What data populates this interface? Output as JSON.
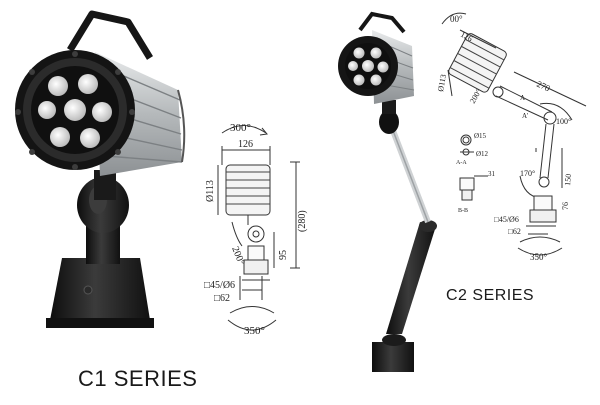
{
  "series": {
    "c1": "C1 SERIES",
    "c2": "C2 SERIES"
  },
  "c1_drawing": {
    "rotation_top": "300°",
    "width": "126",
    "diameter": "Ø113",
    "height": "(280)",
    "tilt": "200°",
    "base_height": "95",
    "base_square": "□45/Ø6",
    "base_width": "□62",
    "rotation_bottom": "350°"
  },
  "c2_drawing": {
    "rotation_top": "00°",
    "width": "126",
    "diameter": "Ø113",
    "tilt": "200°",
    "arm_length": "270",
    "arm_label_1": "A",
    "arm_label_2": "A'",
    "joint_angle": "100°",
    "hole_large": "Ø15",
    "hole_small": "Ø12",
    "section_aa": "A-A",
    "dim_31": "31",
    "section_bb": "B-B",
    "elbow_angle": "170°",
    "lower_arm": "150",
    "base_height": "76",
    "base_square": "□45/Ø6",
    "base_width": "□62",
    "rotation_bottom": "350°"
  },
  "colors": {
    "lamp_body": "#1e1e1e",
    "housing_silver": "#b9bcbe",
    "led_white": "#f2f2f2",
    "line": "#333333"
  }
}
